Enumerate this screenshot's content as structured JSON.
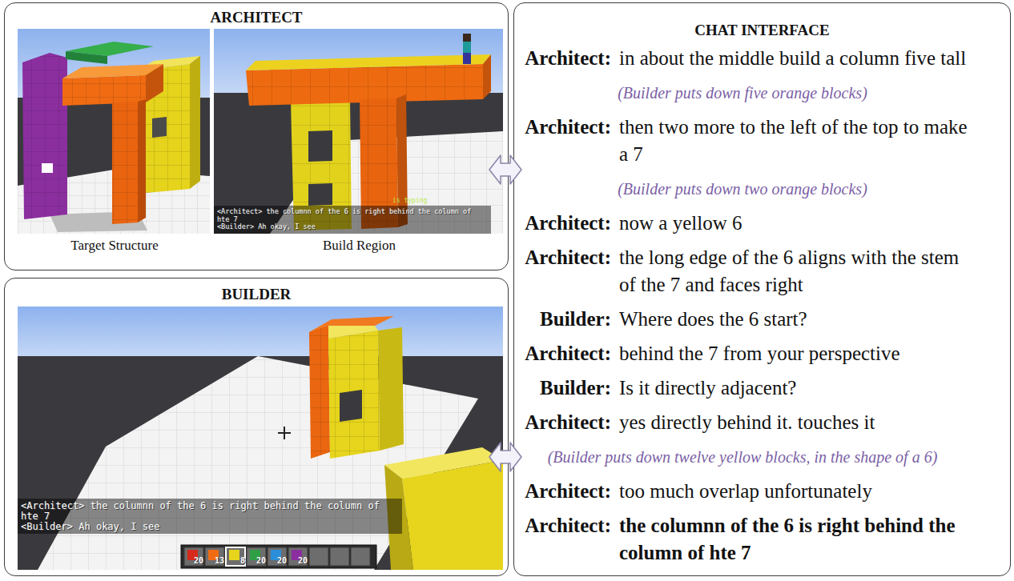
{
  "diagram": {
    "nodes": [
      {
        "text": [
          "ARCHITECT"
        ]
      },
      {
        "text": [
          "BUILDER"
        ]
      },
      {
        "text": [
          "CHAT INTERFACE"
        ]
      }
    ],
    "edges": [
      {
        "from": 0,
        "to": 2,
        "arrow": "both"
      },
      {
        "from": 1,
        "to": 2,
        "arrow": "both"
      }
    ],
    "labels": [
      "Target Structure",
      "Build Region",
      "<Architect> the columnn of the 6 is right behind the column of hte 7",
      "<Builder> Ah okay, I see",
      "is typing",
      "<Architect> the columnn of the 6 is right behind the column of hte 7",
      "<Builder> Ah okay, I see",
      "20",
      "13",
      "8",
      "20",
      "20",
      "20",
      "Architect:",
      "in about the middle build a column five tall",
      "(Builder puts down five orange blocks)",
      "Architect:",
      "then two more to the left of the top to make a 7",
      "(Builder puts down two orange blocks)",
      "Architect:",
      "now a yellow 6",
      "Architect:",
      "the long edge of the 6 aligns with the stem of the 7 and faces right",
      "Builder:",
      "Where does the 6 start?",
      "Architect:",
      "behind the 7 from your perspective",
      "Builder:",
      "Is it directly adjacent?",
      "Architect:",
      "yes directly behind it. touches it",
      "(Builder puts down twelve yellow blocks, in the shape of a 6)",
      "Architect:",
      "too much overlap unfortunately",
      "Architect:",
      "the columnn of the 6 is right behind the column of hte 7"
    ]
  }
}
